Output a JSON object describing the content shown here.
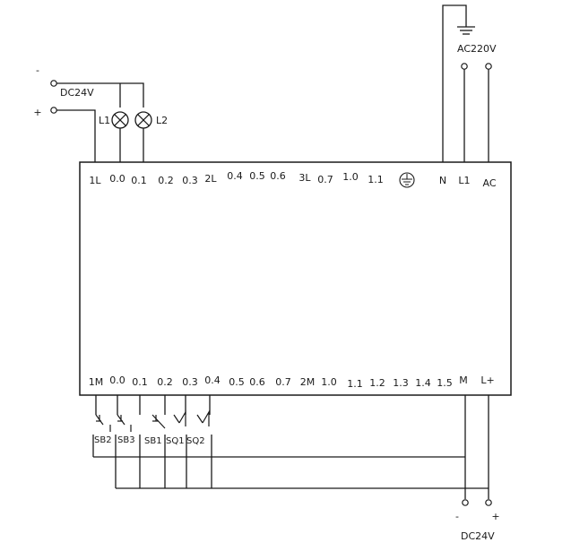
{
  "top_terminals": [
    {
      "id": "t-1L",
      "label": "1L"
    },
    {
      "id": "t-q00",
      "label": "0.0"
    },
    {
      "id": "t-q01",
      "label": "0.1"
    },
    {
      "id": "t-q02",
      "label": "0.2"
    },
    {
      "id": "t-q03",
      "label": "0.3"
    },
    {
      "id": "t-2L",
      "label": "2L"
    },
    {
      "id": "t-q04",
      "label": "0.4"
    },
    {
      "id": "t-q05",
      "label": "0.5"
    },
    {
      "id": "t-q06",
      "label": "0.6"
    },
    {
      "id": "t-3L",
      "label": "3L"
    },
    {
      "id": "t-q07",
      "label": "0.7"
    },
    {
      "id": "t-q10",
      "label": "1.0"
    },
    {
      "id": "t-q11",
      "label": "1.1"
    },
    {
      "id": "t-N",
      "label": "N"
    },
    {
      "id": "t-L1",
      "label": "L1"
    },
    {
      "id": "t-AC",
      "label": "AC"
    }
  ],
  "bottom_terminals": [
    {
      "id": "b-1M",
      "label": "1M"
    },
    {
      "id": "b-i00",
      "label": "0.0"
    },
    {
      "id": "b-i01",
      "label": "0.1"
    },
    {
      "id": "b-i02",
      "label": "0.2"
    },
    {
      "id": "b-i03",
      "label": "0.3"
    },
    {
      "id": "b-i04",
      "label": "0.4"
    },
    {
      "id": "b-i05",
      "label": "0.5"
    },
    {
      "id": "b-i06",
      "label": "0.6"
    },
    {
      "id": "b-i07",
      "label": "0.7"
    },
    {
      "id": "b-2M",
      "label": "2M"
    },
    {
      "id": "b-i10",
      "label": "1.0"
    },
    {
      "id": "b-i11",
      "label": "1.1"
    },
    {
      "id": "b-i12",
      "label": "1.2"
    },
    {
      "id": "b-i13",
      "label": "1.3"
    },
    {
      "id": "b-i14",
      "label": "1.4"
    },
    {
      "id": "b-i15",
      "label": "1.5"
    },
    {
      "id": "b-M",
      "label": "M"
    },
    {
      "id": "b-Lplus",
      "label": "L+"
    }
  ],
  "lamps": [
    {
      "label": "L1"
    },
    {
      "label": "L2"
    }
  ],
  "switches": [
    {
      "label": "SB2"
    },
    {
      "label": "SB3"
    },
    {
      "label": "SB1"
    },
    {
      "label": "SQ1"
    },
    {
      "label": "SQ2"
    }
  ],
  "supply_top_left": {
    "label": "DC24V",
    "minus": "-",
    "plus": "+"
  },
  "supply_top_right": {
    "label": "AC220V"
  },
  "supply_bottom": {
    "label": "DC24V",
    "minus": "-",
    "plus": "+"
  },
  "ground_symbol": "ground-terminal"
}
